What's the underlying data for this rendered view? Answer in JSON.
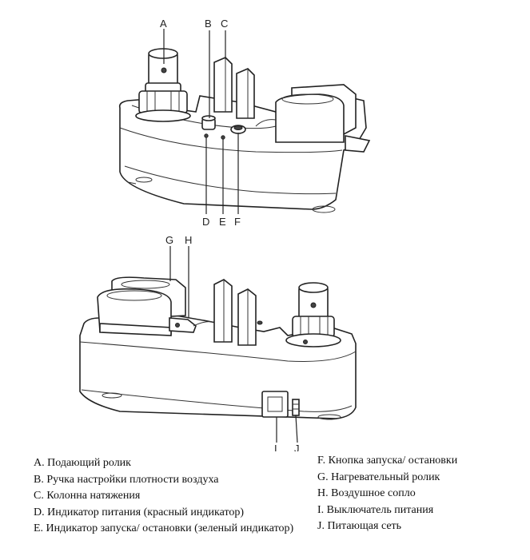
{
  "callouts": {
    "a": "A",
    "b": "B",
    "c": "C",
    "d": "D",
    "e": "E",
    "f": "F",
    "g": "G",
    "h": "H",
    "i": "I",
    "j": "J"
  },
  "legend": {
    "left": [
      "A. Подающий ролик",
      "B. Ручка настройки плотности воздуха",
      "C. Колонна натяжения",
      "D. Индикатор питания (красный индикатор)",
      "E. Индикатор запуска/ остановки (зеленый индикатор)"
    ],
    "right": [
      "F. Кнопка запуска/ остановки",
      "G. Нагревательный ролик",
      "H. Воздушное сопло",
      "I. Выключатель питания",
      "J. Питающая сеть"
    ]
  }
}
